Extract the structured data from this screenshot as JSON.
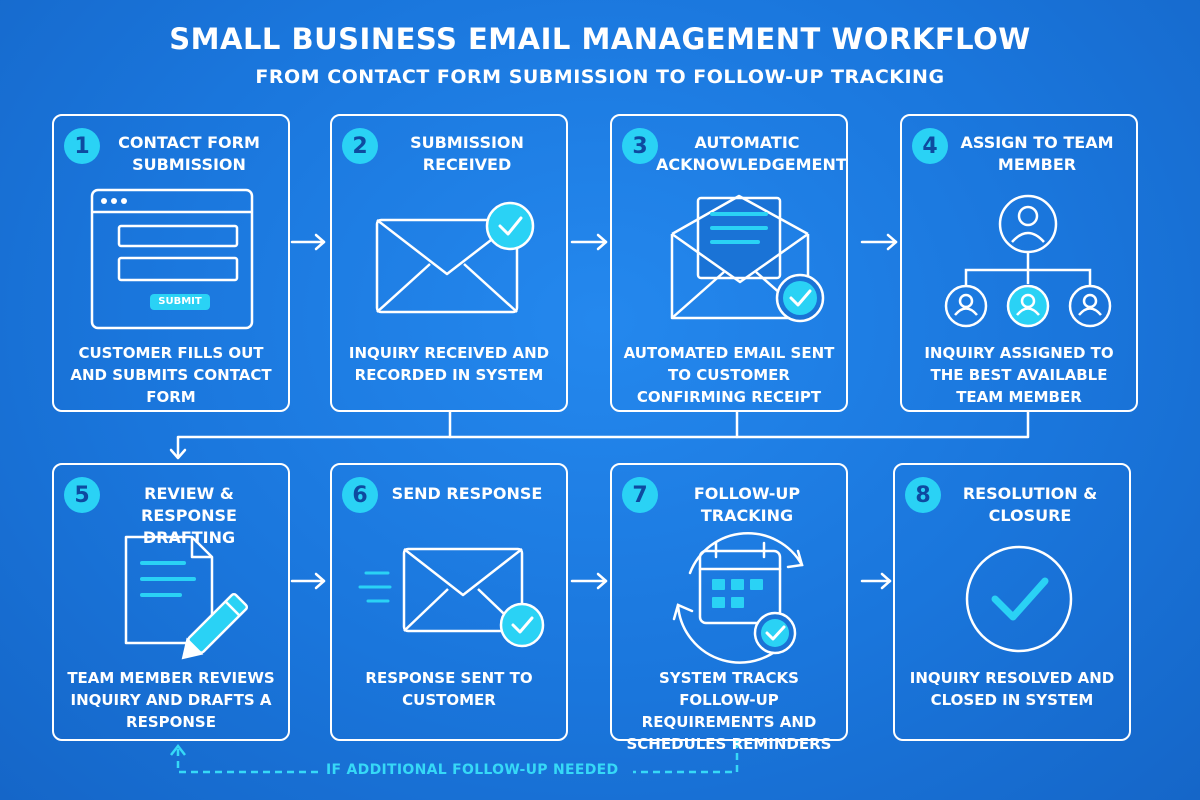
{
  "header": {
    "title": "SMALL BUSINESS EMAIL MANAGEMENT WORKFLOW",
    "subtitle": "FROM CONTACT FORM SUBMISSION TO FOLLOW-UP TRACKING"
  },
  "steps": [
    {
      "number": "1",
      "title": "CONTACT FORM SUBMISSION",
      "description": "CUSTOMER FILLS OUT AND SUBMITS CONTACT FORM",
      "icon": "contact-form-icon",
      "button_label": "SUBMIT"
    },
    {
      "number": "2",
      "title": "SUBMISSION RECEIVED",
      "description": "INQUIRY RECEIVED AND RECORDED IN SYSTEM",
      "icon": "envelope-check-icon"
    },
    {
      "number": "3",
      "title": "AUTOMATIC ACKNOWLEDGEMENT",
      "description": "AUTOMATED EMAIL SENT TO CUSTOMER CONFIRMING RECEIPT",
      "icon": "open-envelope-check-icon"
    },
    {
      "number": "4",
      "title": "ASSIGN TO TEAM MEMBER",
      "description": "INQUIRY ASSIGNED TO THE BEST AVAILABLE TEAM MEMBER",
      "icon": "team-hierarchy-icon"
    },
    {
      "number": "5",
      "title": "REVIEW & RESPONSE DRAFTING",
      "description": "TEAM MEMBER REVIEWS INQUIRY AND DRAFTS A RESPONSE",
      "icon": "document-pencil-icon"
    },
    {
      "number": "6",
      "title": "SEND RESPONSE",
      "description": "RESPONSE SENT TO CUSTOMER",
      "icon": "sending-envelope-icon"
    },
    {
      "number": "7",
      "title": "FOLLOW-UP TRACKING",
      "description": "SYSTEM TRACKS FOLLOW-UP REQUIREMENTS AND SCHEDULES REMINDERS",
      "icon": "calendar-cycle-icon"
    },
    {
      "number": "8",
      "title": "RESOLUTION & CLOSURE",
      "description": "INQUIRY RESOLVED AND CLOSED IN SYSTEM",
      "icon": "circle-check-icon"
    }
  ],
  "loop": {
    "label": "IF ADDITIONAL FOLLOW-UP NEEDED"
  },
  "colors": {
    "background": "#1a73d6",
    "accent": "#2ad2f5",
    "line": "#ffffff"
  }
}
